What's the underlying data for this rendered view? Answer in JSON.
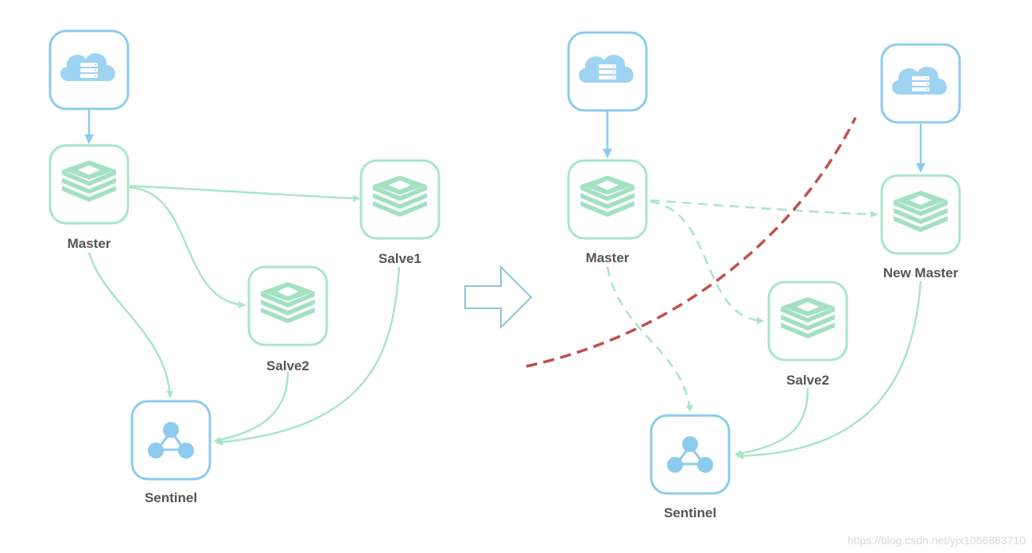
{
  "colors": {
    "client_border": "#8ccbee",
    "client_fill": "#9ed3f2",
    "redis_border": "#a8e6c8",
    "redis_fill": "#a4e0c2",
    "sentinel_border": "#8ccbee",
    "sentinel_fill": "#8ccbee",
    "link_line": "#a8e6c8",
    "client_link": "#8ccbee",
    "partition_line": "#c0504d",
    "transition_arrow": "#8cc6d6"
  },
  "icons": {
    "client": "cloud-server-icon",
    "redis": "redis-stack-icon",
    "sentinel": "sentinel-network-icon",
    "transition": "right-arrow-icon"
  },
  "before": {
    "master_label": "Master",
    "slave1_label": "Salve1",
    "slave2_label": "Salve2",
    "sentinel_label": "Sentinel"
  },
  "after": {
    "master_label": "Master",
    "new_master_label": "New Master",
    "slave2_label": "Salve2",
    "sentinel_label": "Sentinel"
  },
  "watermark": "https://blog.csdn.net/yjx1066863710"
}
